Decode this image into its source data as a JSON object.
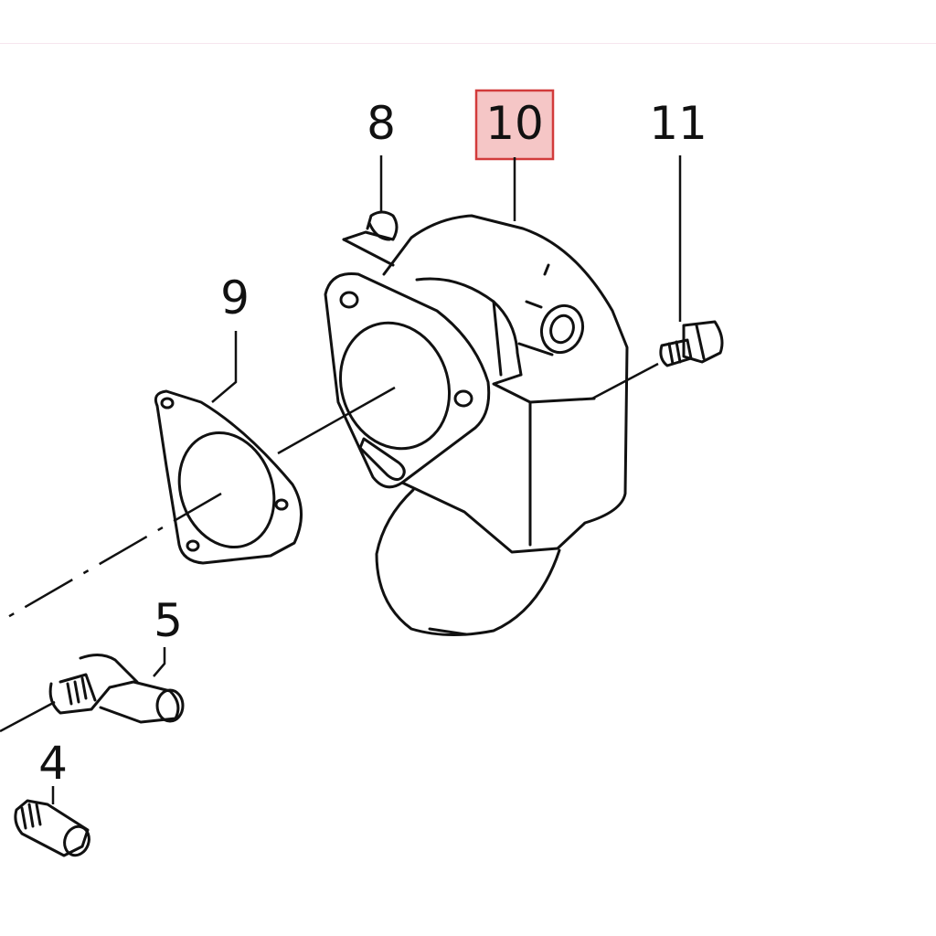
{
  "diagram": {
    "highlight_color": "#f5c6c6",
    "highlight_border": "#d23b3b",
    "line_color": "#111111",
    "callouts": {
      "part_4": "4",
      "part_5": "5",
      "part_8": "8",
      "part_9": "9",
      "part_10": "10",
      "part_11": "11"
    },
    "highlighted_part": "10"
  }
}
